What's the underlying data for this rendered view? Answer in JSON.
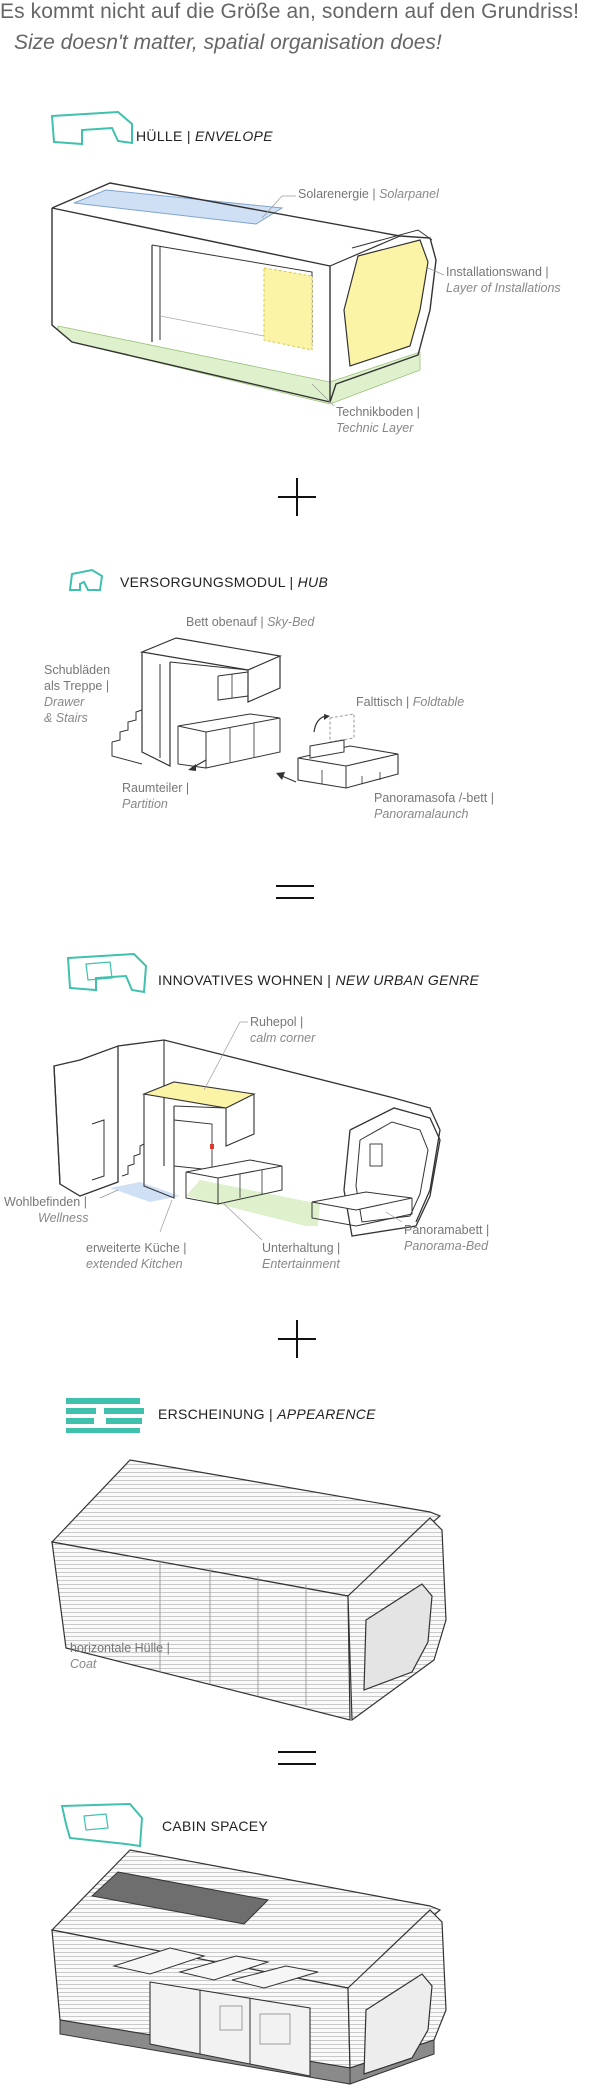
{
  "header": {
    "line1": "Es kommt nicht auf die Größe an, sondern auf den Grundriss!",
    "line2": "Size doesn't matter, spatial organisation does!"
  },
  "colors": {
    "accent": "#3fc1ad",
    "solar": "#cfe0f5",
    "install": "#fbf3a6",
    "technic": "#dff0cc",
    "line": "#333333"
  },
  "sections": {
    "envelope": {
      "title_de": "HÜLLE | ",
      "title_en": "ENVELOPE",
      "icon": "envelope-outline-icon",
      "labels": {
        "solar_de": "Solarenergie | ",
        "solar_en": "Solarpanel",
        "install_de": "Installationswand |",
        "install_en": "Layer of Installations",
        "technic_de": "Technikboden |",
        "technic_en": "Technic Layer"
      }
    },
    "hub": {
      "title_de": "VERSORGUNGSMODUL | ",
      "title_en": "HUB",
      "icon": "hub-outline-icon",
      "labels": {
        "bed_de": "Bett obenauf | ",
        "bed_en": "Sky-Bed",
        "drawer_de1": "Schubläden",
        "drawer_de2": "als Treppe |",
        "drawer_en1": "Drawer",
        "drawer_en2": "& Stairs",
        "partition_de": "Raumteiler |",
        "partition_en": "Partition",
        "foldtable_de": "Falttisch | ",
        "foldtable_en": "Foldtable",
        "sofa_de": "Panoramasofa /-bett |",
        "sofa_en": "Panoramalaunch"
      }
    },
    "living": {
      "title_de": "INNOVATIVES WOHNEN | ",
      "title_en": "NEW URBAN GENRE",
      "icon": "living-outline-icon",
      "labels": {
        "calm_de": "Ruhepol |",
        "calm_en": "calm corner",
        "wellness_de": "Wohlbefinden |",
        "wellness_en": "Wellness",
        "kitchen_de": "erweiterte Küche |",
        "kitchen_en": "extended Kitchen",
        "entertain_de": "Unterhaltung |",
        "entertain_en": "Entertainment",
        "panobed_de": "Panoramabett |",
        "panobed_en": "Panorama-Bed"
      }
    },
    "appearance": {
      "title_de": "ERSCHEINUNG | ",
      "title_en": "APPEARENCE",
      "icon": "appearance-stripes-icon",
      "labels": {
        "coat_de": "horizontale Hülle |",
        "coat_en": "Coat"
      }
    },
    "cabin": {
      "title": "CABIN SPACEY",
      "icon": "cabin-outline-icon"
    }
  },
  "operators": [
    "+",
    "=",
    "+",
    "="
  ]
}
